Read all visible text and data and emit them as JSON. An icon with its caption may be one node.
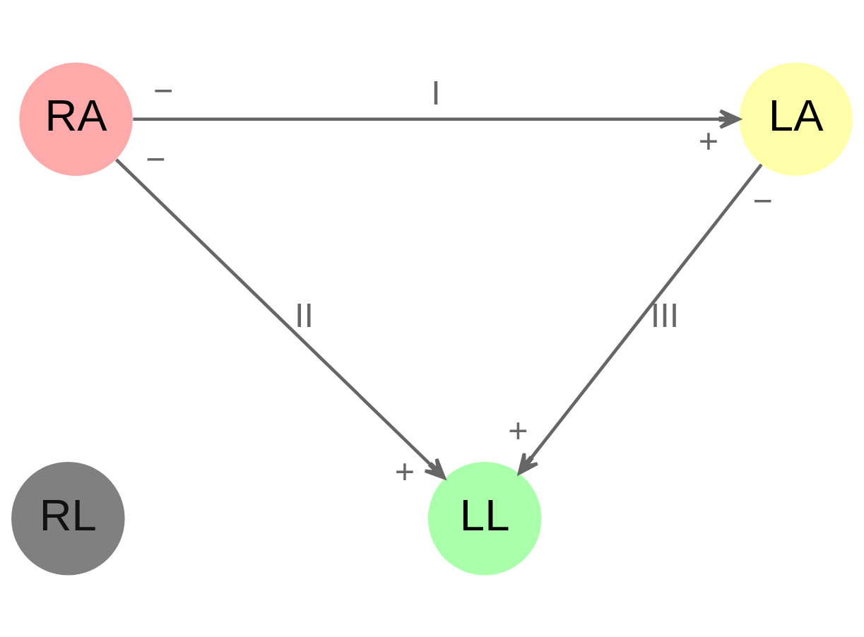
{
  "diagram": {
    "nodes": [
      {
        "text": [
          "RA"
        ],
        "beside": [
          "−",
          "−"
        ]
      },
      {
        "text": [
          "LA"
        ],
        "beside": [
          "+",
          "−"
        ]
      },
      {
        "text": [
          "LL"
        ],
        "beside": [
          "+",
          "+"
        ]
      },
      {
        "text": [
          "RL"
        ]
      }
    ],
    "edges": [
      {
        "from": 0,
        "to": 1,
        "arrow": "to",
        "label": "I"
      },
      {
        "from": 0,
        "to": 2,
        "arrow": "to",
        "label": "II"
      },
      {
        "from": 1,
        "to": 2,
        "arrow": "to",
        "label": "III"
      }
    ]
  }
}
